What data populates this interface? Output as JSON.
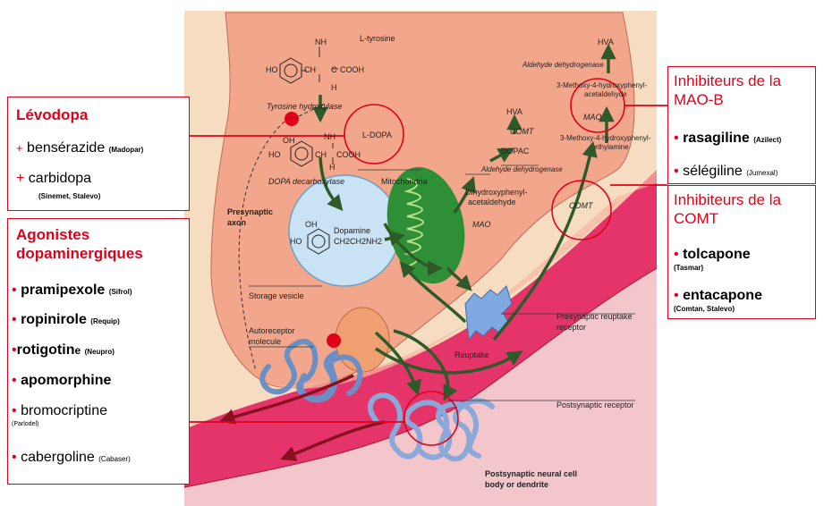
{
  "diagram": {
    "labels": {
      "l_tyrosine": "L-tyrosine",
      "nh2": "NH",
      "ho": "HO",
      "ch2": "CH",
      "c": "C",
      "cooh": "COOH",
      "h": "H",
      "oh": "OH",
      "tyrosine_hydroxylase": "Tyrosine hydroxylase",
      "l_dopa": "L-DOPA",
      "dopa_decarboxylase": "DOPA decarboxylase",
      "mitochondria": "Mitochondria",
      "presynaptic_axon_1": "Presynaptic",
      "presynaptic_axon_2": "axon",
      "dopamine": "Dopamine",
      "dopamine_formula": "CH2CH2NH2",
      "storage_vesicle": "Storage vesicle",
      "autoreceptor_1": "Autoreceptor",
      "autoreceptor_2": "molecule",
      "hva_top": "HVA",
      "aldehyde_dehydrogenase_top": "Aldehyde dehydrogenase",
      "methoxy_ald_1": "3-Methoxy-4-hydroxyphenyl-",
      "methoxy_ald_2": "acetaldehyde",
      "mao_right": "MAO",
      "methoxy_eth_1": "3-Methoxy-4-hydroxyphenyl-",
      "methoxy_eth_2": "ethylamine",
      "hva_mid": "HVA",
      "comt_mid": "COMT",
      "dopac": "DOPAC",
      "aldehyde_dehydrogenase_mid": "Aldehyde dehydrogenase",
      "dihydroxy_1": "Dihydroxyphenyl-",
      "dihydroxy_2": "acetaldehyde",
      "mao_mid": "MAO",
      "comt_right": "COMT",
      "presynaptic_reuptake_1": "Presynaptic reuptake",
      "presynaptic_reuptake_2": "receptor",
      "reuptake": "Reuptake",
      "postsynaptic_receptor": "Postsynaptic receptor",
      "postsynaptic_cell_1": "Postsynaptic neural cell",
      "postsynaptic_cell_2": "body or dendrite"
    }
  },
  "levodopa_box": {
    "title": "Lévodopa",
    "line1_prefix": "+",
    "line1_drug": "bensérazide",
    "line1_brand": "(Madopar)",
    "line2_prefix": "+",
    "line2_drug": "carbidopa",
    "line2_brand": "(Sinemet, Stalevo)"
  },
  "agonists_box": {
    "title_1": "Agonistes",
    "title_2": "dopaminergiques",
    "bullet": "•",
    "items": [
      {
        "drug": "pramipexole",
        "brand": "(Sifrol)"
      },
      {
        "drug": "ropinirole",
        "brand": "(Requip)"
      },
      {
        "drug": "rotigotin",
        "drug_suffix": "e",
        "brand": "(Neupro)"
      },
      {
        "drug": "apomorphine",
        "brand": ""
      },
      {
        "drug": "bromocriptine",
        "brand": "(Parlodel)"
      },
      {
        "drug": "cabergoline",
        "brand": "(Cabaser)"
      }
    ]
  },
  "maob_box": {
    "title_1": "Inhibiteurs de la",
    "title_2": "MAO-B",
    "bullet": "•",
    "item1_drug": "rasagiline",
    "item1_brand": "(Azilect)",
    "item2_drug": "sélégiline",
    "item2_brand": "(Jumexal)"
  },
  "comt_box": {
    "title_1": "Inhibiteurs de la",
    "title_2": "COMT",
    "bullet": "•",
    "item1_drug": "tolcapone",
    "item1_brand": "(Tasmar)",
    "item2_drug": "entacapone",
    "item2_brand": "(Comtan, Stalevo)"
  },
  "colors": {
    "accent_red": "#e0001a",
    "background_peach": "#f6dcc0",
    "neuron_salmon": "#f2a78c",
    "postsynaptic_magenta": "#e5346a",
    "postsynaptic_pink": "#f3c6cc",
    "vesicle_blue": "#c9e2f4",
    "mitochondria_green": "#2f8f36",
    "arrow_green": "#2e5a2a"
  }
}
